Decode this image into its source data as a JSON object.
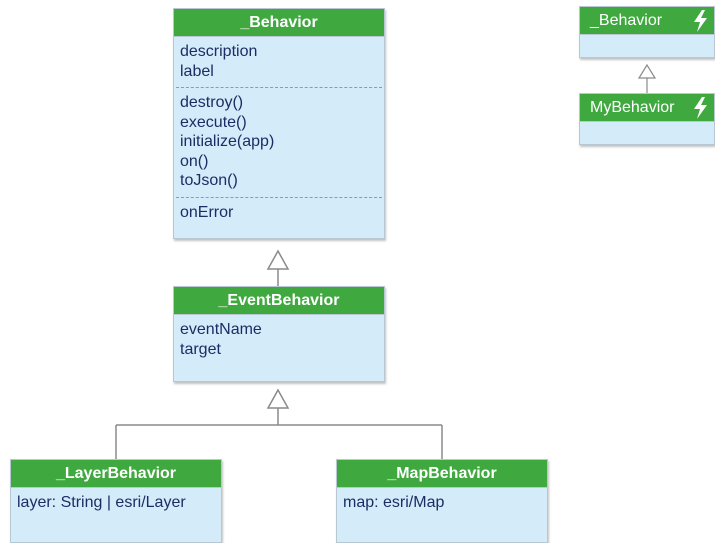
{
  "classes": {
    "behavior": {
      "name": "_Behavior",
      "properties": [
        "description",
        "label"
      ],
      "methods": [
        "destroy()",
        "execute()",
        "initialize(app)",
        "on()",
        "toJson()"
      ],
      "events": [
        "onError"
      ]
    },
    "event_behavior": {
      "name": "_EventBehavior",
      "properties": [
        "eventName",
        "target"
      ]
    },
    "layer_behavior": {
      "name": "_LayerBehavior",
      "properties": [
        "layer: String | esri/Layer"
      ]
    },
    "map_behavior": {
      "name": "_MapBehavior",
      "properties": [
        "map: esri/Map"
      ]
    }
  },
  "legend": {
    "base_name": "_Behavior",
    "derived_name": "MyBehavior",
    "icon": "lightning-icon"
  },
  "colors": {
    "header_green": "#3fa940",
    "body_blue": "#d4ebfa",
    "text_navy": "#1a2e64",
    "connector_gray": "#8a8a8a"
  }
}
